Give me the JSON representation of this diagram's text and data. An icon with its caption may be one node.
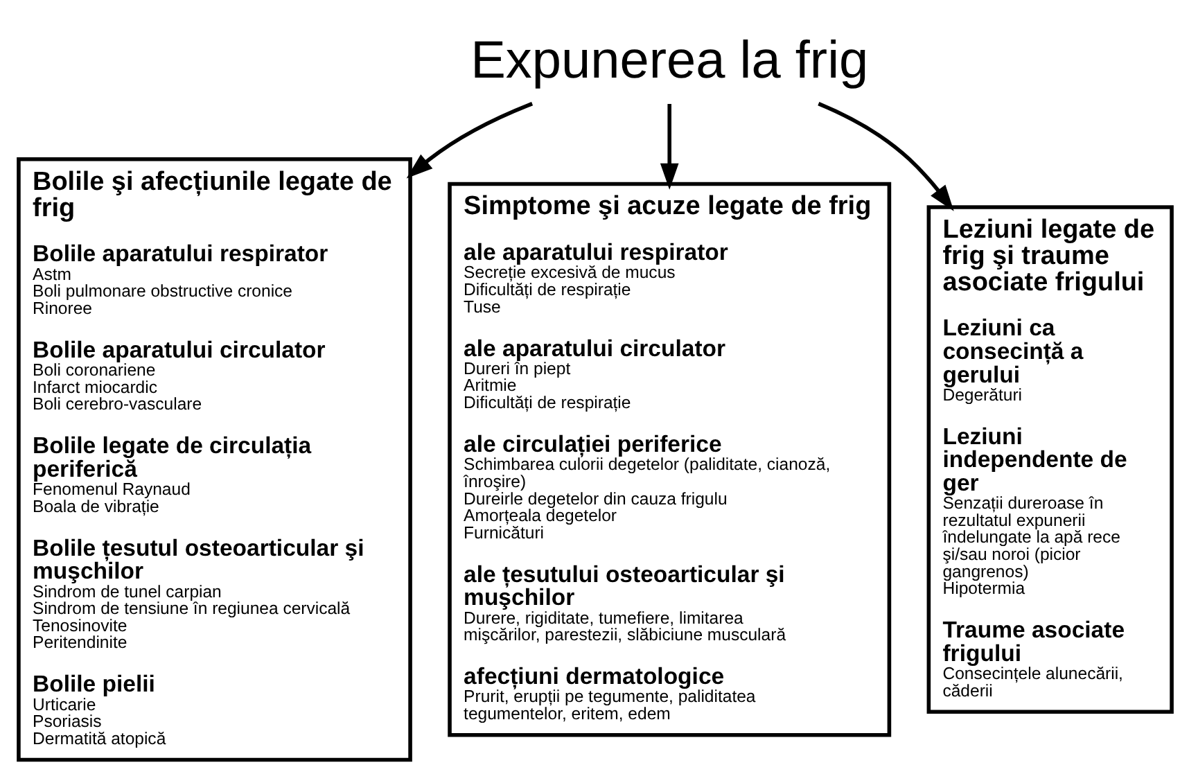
{
  "diagram": {
    "nodes": [
      {
        "text": [
          "Expunerea la frig"
        ]
      },
      {
        "text": [
          "Bolile şi afecțiunile legate de frig",
          "Bolile aparatului respirator",
          "Astm",
          "Boli pulmonare obstructive cronice",
          "Rinoree",
          "Bolile aparatului circulator",
          "Boli coronariene",
          "Infarct miocardic",
          "Boli cerebro-vasculare",
          "Bolile legate de circulația periferică",
          "Fenomenul Raynaud",
          "Boala de vibrație",
          "Bolile țesutul osteoarticular şi muşchilor",
          "Sindrom de tunel carpian",
          "Sindrom de tensiune în regiunea cervicală",
          "Tenosinovite",
          "Peritendinite",
          "Bolile pielii",
          "Urticarie",
          "Psoriasis",
          "Dermatită atopică"
        ]
      },
      {
        "text": [
          "Simptome şi acuze legate de frig",
          "ale aparatului respirator",
          "Secreție excesivă de mucus",
          "Dificultăți de respirație",
          "Tuse",
          "ale aparatului circulator",
          "Dureri în piept",
          "Aritmie",
          "Dificultăți de respirație",
          "ale circulației periferice",
          "Schimbarea culorii degetelor (paliditate, cianoză, înroşire)",
          "Dureirle degetelor din cauza frigulu",
          "Amorțeala degetelor",
          "Furnicături",
          "ale țesutului osteoarticular şi muşchilor",
          "Durere, rigiditate, tumefiere, limitarea mişcărilor, parestezii, slăbiciune musculară",
          "afecțiuni dermatologice",
          "Prurit, erupții pe tegumente, paliditatea tegumentelor, eritem, edem"
        ]
      },
      {
        "text": [
          "Leziuni legate de frig şi traume asociate frigului",
          "Leziuni ca consecință a gerului",
          "Degerături",
          "Leziuni independente de ger",
          "Senzații dureroase în rezultatul expunerii îndelungate la apă rece şi/sau noroi (picior gangrenos)",
          "Hipotermia",
          "Traume asociate frigului",
          "Consecințele alunecării, căderii"
        ]
      }
    ],
    "edges": [
      {
        "from": 0,
        "to": 1,
        "arrow": "to"
      },
      {
        "from": 0,
        "to": 2,
        "arrow": "to"
      },
      {
        "from": 0,
        "to": 3,
        "arrow": "to"
      }
    ]
  }
}
